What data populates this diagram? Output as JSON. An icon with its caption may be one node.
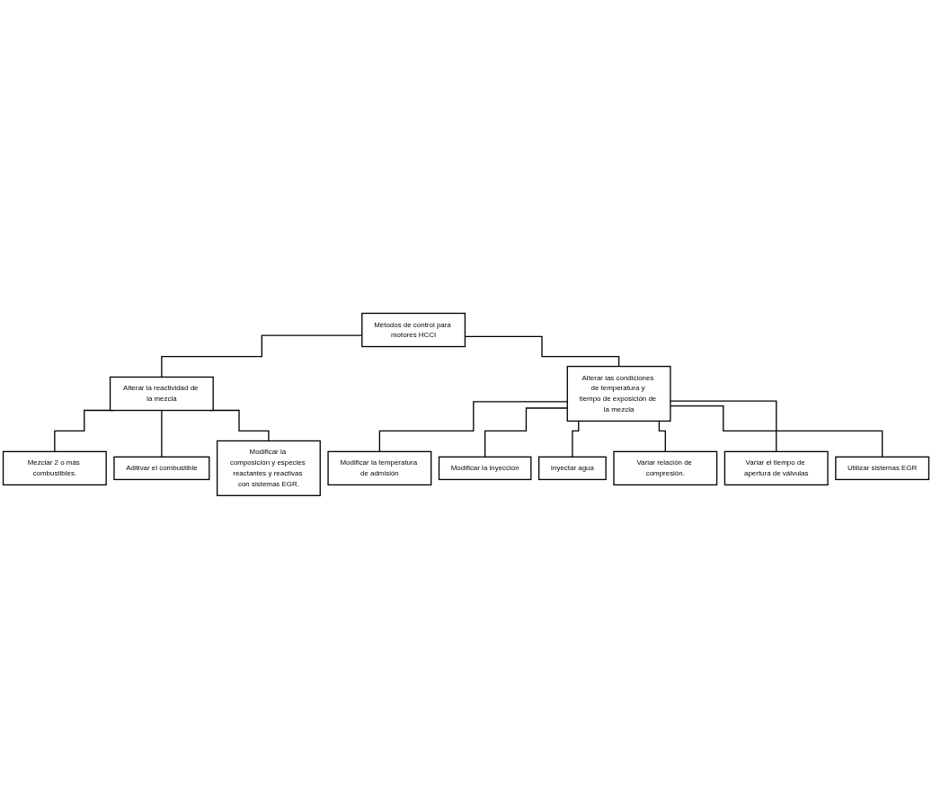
{
  "diagram": {
    "nodes": [
      {
        "text": [
          "Métodos de control para motores HCCI"
        ]
      },
      {
        "text": [
          "Alterar la reactividad de la mezcla"
        ]
      },
      {
        "text": [
          "Mezclar 2 o más combustibles."
        ]
      },
      {
        "text": [
          "Aditivar el combustible"
        ]
      },
      {
        "text": [
          "Modificar la composición y especies reactantes y reactivas con sistemas EGR."
        ]
      },
      {
        "text": [
          "Alterar las condiciones de temperatura y tiempo de exposición de la mezcla"
        ]
      },
      {
        "text": [
          "Modificar la temperatura de admisión"
        ]
      },
      {
        "text": [
          "Modificar la inyección"
        ]
      },
      {
        "text": [
          "Inyectar agua"
        ]
      },
      {
        "text": [
          "Variar relación de compresión."
        ]
      },
      {
        "text": [
          "Variar el tiempo de apertura de válvulas"
        ]
      },
      {
        "text": [
          "Utilizar sistemas EGR"
        ]
      }
    ],
    "edges": [
      {
        "from": 0,
        "to": 1,
        "arrow": "none"
      },
      {
        "from": 0,
        "to": 5,
        "arrow": "none"
      },
      {
        "from": 1,
        "to": 2,
        "arrow": "none"
      },
      {
        "from": 1,
        "to": 3,
        "arrow": "none"
      },
      {
        "from": 1,
        "to": 4,
        "arrow": "none"
      },
      {
        "from": 5,
        "to": 6,
        "arrow": "none"
      },
      {
        "from": 5,
        "to": 7,
        "arrow": "none"
      },
      {
        "from": 5,
        "to": 8,
        "arrow": "none"
      },
      {
        "from": 5,
        "to": 9,
        "arrow": "none"
      },
      {
        "from": 5,
        "to": 10,
        "arrow": "none"
      },
      {
        "from": 5,
        "to": 11,
        "arrow": "none"
      }
    ]
  }
}
